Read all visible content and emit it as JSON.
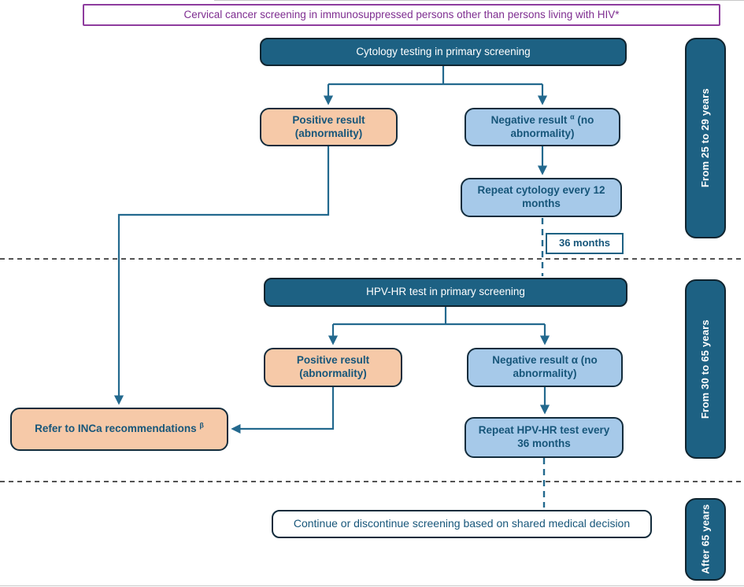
{
  "title": "Cervical cancer screening in immunosuppressed persons other than persons living with HIV*",
  "colors": {
    "dark_teal": "#1D6183",
    "light_blue": "#A6C9E9",
    "peach": "#F6C9A8",
    "navy_border": "#132C3C",
    "teal_text": "#17567A",
    "connector": "#23698E",
    "purple": "#7E2D90"
  },
  "boxes": {
    "cytology_header": "Cytology testing in primary screening",
    "cyto_positive": "Positive result (abnormality)",
    "cyto_negative": {
      "text": "Negative result ",
      "sup": "α",
      "rest": " (no abnormality)"
    },
    "repeat_cytology": "Repeat cytology every 12 months",
    "interval_label": "36 months",
    "hpv_header": "HPV-HR test in primary screening",
    "hpv_positive": "Positive result (abnormality)",
    "hpv_negative": "Negative result α (no abnormality)",
    "repeat_hpv": "Repeat HPV-HR test every 36 months",
    "refer_inca": {
      "text": "Refer to INCa recommendations ",
      "sup": "β"
    },
    "continue_box": "Continue or discontinue screening based on shared medical decision"
  },
  "age_bands": [
    {
      "label": "From 25 to 29 years"
    },
    {
      "label": "From 30 to 65 years"
    },
    {
      "label": "After 65 years"
    }
  ]
}
